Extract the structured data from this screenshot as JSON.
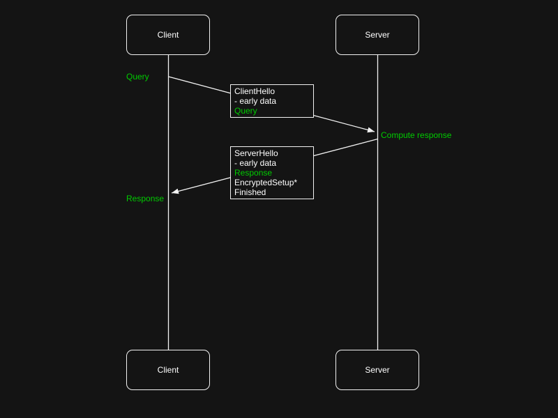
{
  "colors": {
    "background": "#141414",
    "stroke": "#f2f2f2",
    "text": "#ffffff",
    "green": "#00cc00"
  },
  "actors": {
    "client": "Client",
    "server": "Server"
  },
  "labels": {
    "query": "Query",
    "compute_response": "Compute response",
    "response": "Response"
  },
  "messages": {
    "client_hello": {
      "from": "Client",
      "to": "Server",
      "lines": [
        "ClientHello",
        "- early data",
        "Query"
      ]
    },
    "server_hello": {
      "from": "Server",
      "to": "Client",
      "lines": [
        "ServerHello",
        "- early data",
        "Response",
        "EncryptedSetup*",
        "Finished"
      ]
    }
  }
}
